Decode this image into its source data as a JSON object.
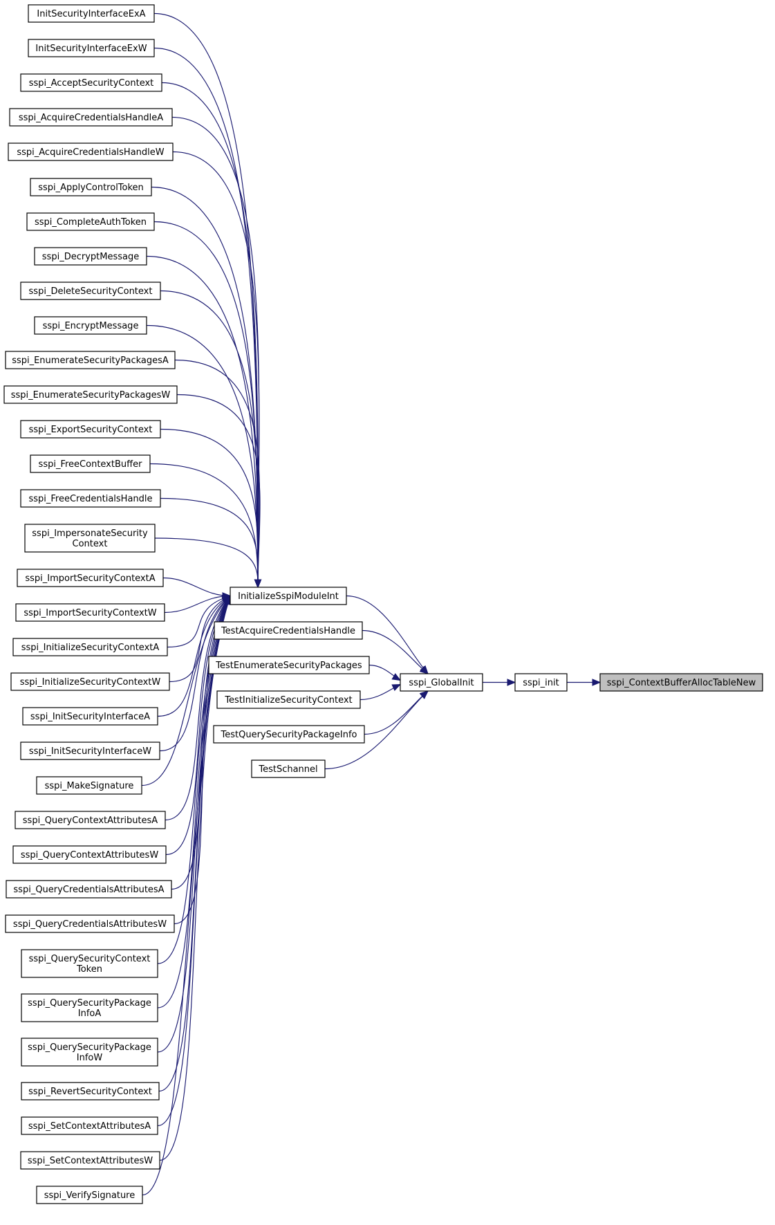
{
  "colors": {
    "edge": "#191970",
    "node_border": "#000000",
    "node_fill": "#ffffff",
    "highlight_fill": "#bfbfbf"
  },
  "nodes": {
    "InitSecurityInterfaceExA": [
      "InitSecurityInterfaceExA"
    ],
    "InitSecurityInterfaceExW": [
      "InitSecurityInterfaceExW"
    ],
    "sspi_AcceptSecurityContext": [
      "sspi_AcceptSecurityContext"
    ],
    "sspi_AcquireCredentialsHandleA": [
      "sspi_AcquireCredentialsHandleA"
    ],
    "sspi_AcquireCredentialsHandleW": [
      "sspi_AcquireCredentialsHandleW"
    ],
    "sspi_ApplyControlToken": [
      "sspi_ApplyControlToken"
    ],
    "sspi_CompleteAuthToken": [
      "sspi_CompleteAuthToken"
    ],
    "sspi_DecryptMessage": [
      "sspi_DecryptMessage"
    ],
    "sspi_DeleteSecurityContext": [
      "sspi_DeleteSecurityContext"
    ],
    "sspi_EncryptMessage": [
      "sspi_EncryptMessage"
    ],
    "sspi_EnumerateSecurityPackagesA": [
      "sspi_EnumerateSecurityPackagesA"
    ],
    "sspi_EnumerateSecurityPackagesW": [
      "sspi_EnumerateSecurityPackagesW"
    ],
    "sspi_ExportSecurityContext": [
      "sspi_ExportSecurityContext"
    ],
    "sspi_FreeContextBuffer": [
      "sspi_FreeContextBuffer"
    ],
    "sspi_FreeCredentialsHandle": [
      "sspi_FreeCredentialsHandle"
    ],
    "sspi_ImpersonateSecurityContext": [
      "sspi_ImpersonateSecurity",
      "Context"
    ],
    "sspi_ImportSecurityContextA": [
      "sspi_ImportSecurityContextA"
    ],
    "sspi_ImportSecurityContextW": [
      "sspi_ImportSecurityContextW"
    ],
    "sspi_InitializeSecurityContextA": [
      "sspi_InitializeSecurityContextA"
    ],
    "sspi_InitializeSecurityContextW": [
      "sspi_InitializeSecurityContextW"
    ],
    "sspi_InitSecurityInterfaceA": [
      "sspi_InitSecurityInterfaceA"
    ],
    "sspi_InitSecurityInterfaceW": [
      "sspi_InitSecurityInterfaceW"
    ],
    "sspi_MakeSignature": [
      "sspi_MakeSignature"
    ],
    "sspi_QueryContextAttributesA": [
      "sspi_QueryContextAttributesA"
    ],
    "sspi_QueryContextAttributesW": [
      "sspi_QueryContextAttributesW"
    ],
    "sspi_QueryCredentialsAttributesA": [
      "sspi_QueryCredentialsAttributesA"
    ],
    "sspi_QueryCredentialsAttributesW": [
      "sspi_QueryCredentialsAttributesW"
    ],
    "sspi_QuerySecurityContextToken": [
      "sspi_QuerySecurityContext",
      "Token"
    ],
    "sspi_QuerySecurityPackageInfoA": [
      "sspi_QuerySecurityPackage",
      "InfoA"
    ],
    "sspi_QuerySecurityPackageInfoW": [
      "sspi_QuerySecurityPackage",
      "InfoW"
    ],
    "sspi_RevertSecurityContext": [
      "sspi_RevertSecurityContext"
    ],
    "sspi_SetContextAttributesA": [
      "sspi_SetContextAttributesA"
    ],
    "sspi_SetContextAttributesW": [
      "sspi_SetContextAttributesW"
    ],
    "sspi_VerifySignature": [
      "sspi_VerifySignature"
    ],
    "InitializeSspiModuleInt": [
      "InitializeSspiModuleInt"
    ],
    "TestAcquireCredentialsHandle": [
      "TestAcquireCredentialsHandle"
    ],
    "TestEnumerateSecurityPackages": [
      "TestEnumerateSecurityPackages"
    ],
    "TestInitializeSecurityContext": [
      "TestInitializeSecurityContext"
    ],
    "TestQuerySecurityPackageInfo": [
      "TestQuerySecurityPackageInfo"
    ],
    "TestSchannel": [
      "TestSchannel"
    ],
    "sspi_GlobalInit": [
      "sspi_GlobalInit"
    ],
    "sspi_init": [
      "sspi_init"
    ],
    "sspi_ContextBufferAllocTableNew": [
      "sspi_ContextBufferAllocTableNew"
    ]
  },
  "highlighted_node": "sspi_ContextBufferAllocTableNew",
  "edges": [
    [
      "InitSecurityInterfaceExA",
      "InitializeSspiModuleInt"
    ],
    [
      "InitSecurityInterfaceExW",
      "InitializeSspiModuleInt"
    ],
    [
      "sspi_AcceptSecurityContext",
      "InitializeSspiModuleInt"
    ],
    [
      "sspi_AcquireCredentialsHandleA",
      "InitializeSspiModuleInt"
    ],
    [
      "sspi_AcquireCredentialsHandleW",
      "InitializeSspiModuleInt"
    ],
    [
      "sspi_ApplyControlToken",
      "InitializeSspiModuleInt"
    ],
    [
      "sspi_CompleteAuthToken",
      "InitializeSspiModuleInt"
    ],
    [
      "sspi_DecryptMessage",
      "InitializeSspiModuleInt"
    ],
    [
      "sspi_DeleteSecurityContext",
      "InitializeSspiModuleInt"
    ],
    [
      "sspi_EncryptMessage",
      "InitializeSspiModuleInt"
    ],
    [
      "sspi_EnumerateSecurityPackagesA",
      "InitializeSspiModuleInt"
    ],
    [
      "sspi_EnumerateSecurityPackagesW",
      "InitializeSspiModuleInt"
    ],
    [
      "sspi_ExportSecurityContext",
      "InitializeSspiModuleInt"
    ],
    [
      "sspi_FreeContextBuffer",
      "InitializeSspiModuleInt"
    ],
    [
      "sspi_FreeCredentialsHandle",
      "InitializeSspiModuleInt"
    ],
    [
      "sspi_ImpersonateSecurityContext",
      "InitializeSspiModuleInt"
    ],
    [
      "sspi_ImportSecurityContextA",
      "InitializeSspiModuleInt"
    ],
    [
      "sspi_ImportSecurityContextW",
      "InitializeSspiModuleInt"
    ],
    [
      "sspi_InitializeSecurityContextA",
      "InitializeSspiModuleInt"
    ],
    [
      "sspi_InitializeSecurityContextW",
      "InitializeSspiModuleInt"
    ],
    [
      "sspi_InitSecurityInterfaceA",
      "InitializeSspiModuleInt"
    ],
    [
      "sspi_InitSecurityInterfaceW",
      "InitializeSspiModuleInt"
    ],
    [
      "sspi_MakeSignature",
      "InitializeSspiModuleInt"
    ],
    [
      "sspi_QueryContextAttributesA",
      "InitializeSspiModuleInt"
    ],
    [
      "sspi_QueryContextAttributesW",
      "InitializeSspiModuleInt"
    ],
    [
      "sspi_QueryCredentialsAttributesA",
      "InitializeSspiModuleInt"
    ],
    [
      "sspi_QueryCredentialsAttributesW",
      "InitializeSspiModuleInt"
    ],
    [
      "sspi_QuerySecurityContextToken",
      "InitializeSspiModuleInt"
    ],
    [
      "sspi_QuerySecurityPackageInfoA",
      "InitializeSspiModuleInt"
    ],
    [
      "sspi_QuerySecurityPackageInfoW",
      "InitializeSspiModuleInt"
    ],
    [
      "sspi_RevertSecurityContext",
      "InitializeSspiModuleInt"
    ],
    [
      "sspi_SetContextAttributesA",
      "InitializeSspiModuleInt"
    ],
    [
      "sspi_SetContextAttributesW",
      "InitializeSspiModuleInt"
    ],
    [
      "sspi_VerifySignature",
      "InitializeSspiModuleInt"
    ],
    [
      "InitializeSspiModuleInt",
      "sspi_GlobalInit"
    ],
    [
      "TestAcquireCredentialsHandle",
      "sspi_GlobalInit"
    ],
    [
      "TestEnumerateSecurityPackages",
      "sspi_GlobalInit"
    ],
    [
      "TestInitializeSecurityContext",
      "sspi_GlobalInit"
    ],
    [
      "TestQuerySecurityPackageInfo",
      "sspi_GlobalInit"
    ],
    [
      "TestSchannel",
      "sspi_GlobalInit"
    ],
    [
      "sspi_GlobalInit",
      "sspi_init"
    ],
    [
      "sspi_init",
      "sspi_ContextBufferAllocTableNew"
    ]
  ]
}
